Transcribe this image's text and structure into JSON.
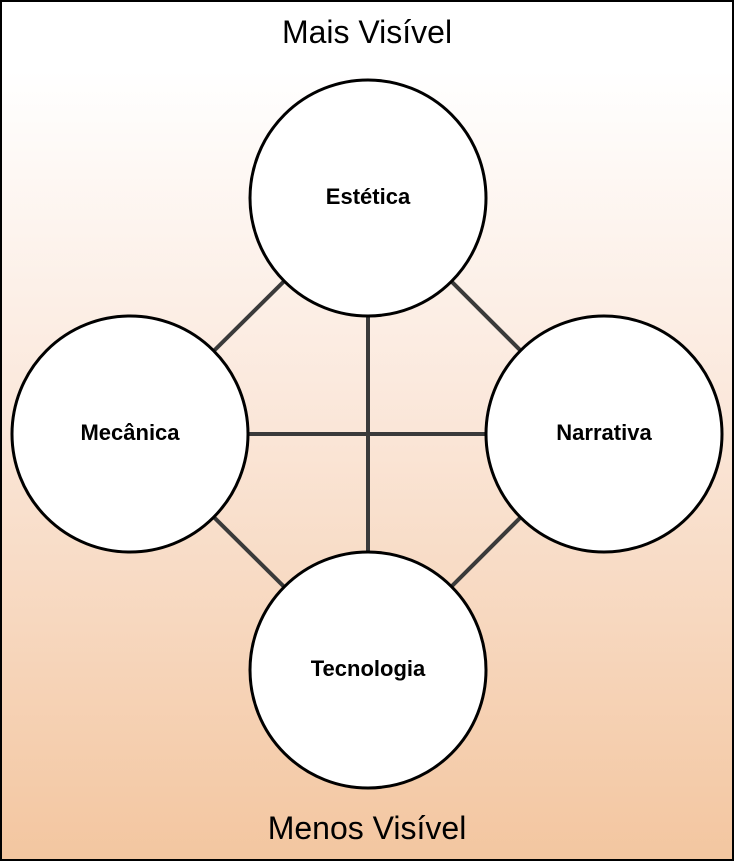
{
  "labels": {
    "top": "Mais Visível",
    "bottom": "Menos Visível"
  },
  "nodes": {
    "top": "Estética",
    "left": "Mecânica",
    "right": "Narrativa",
    "bottom": "Tecnologia"
  }
}
